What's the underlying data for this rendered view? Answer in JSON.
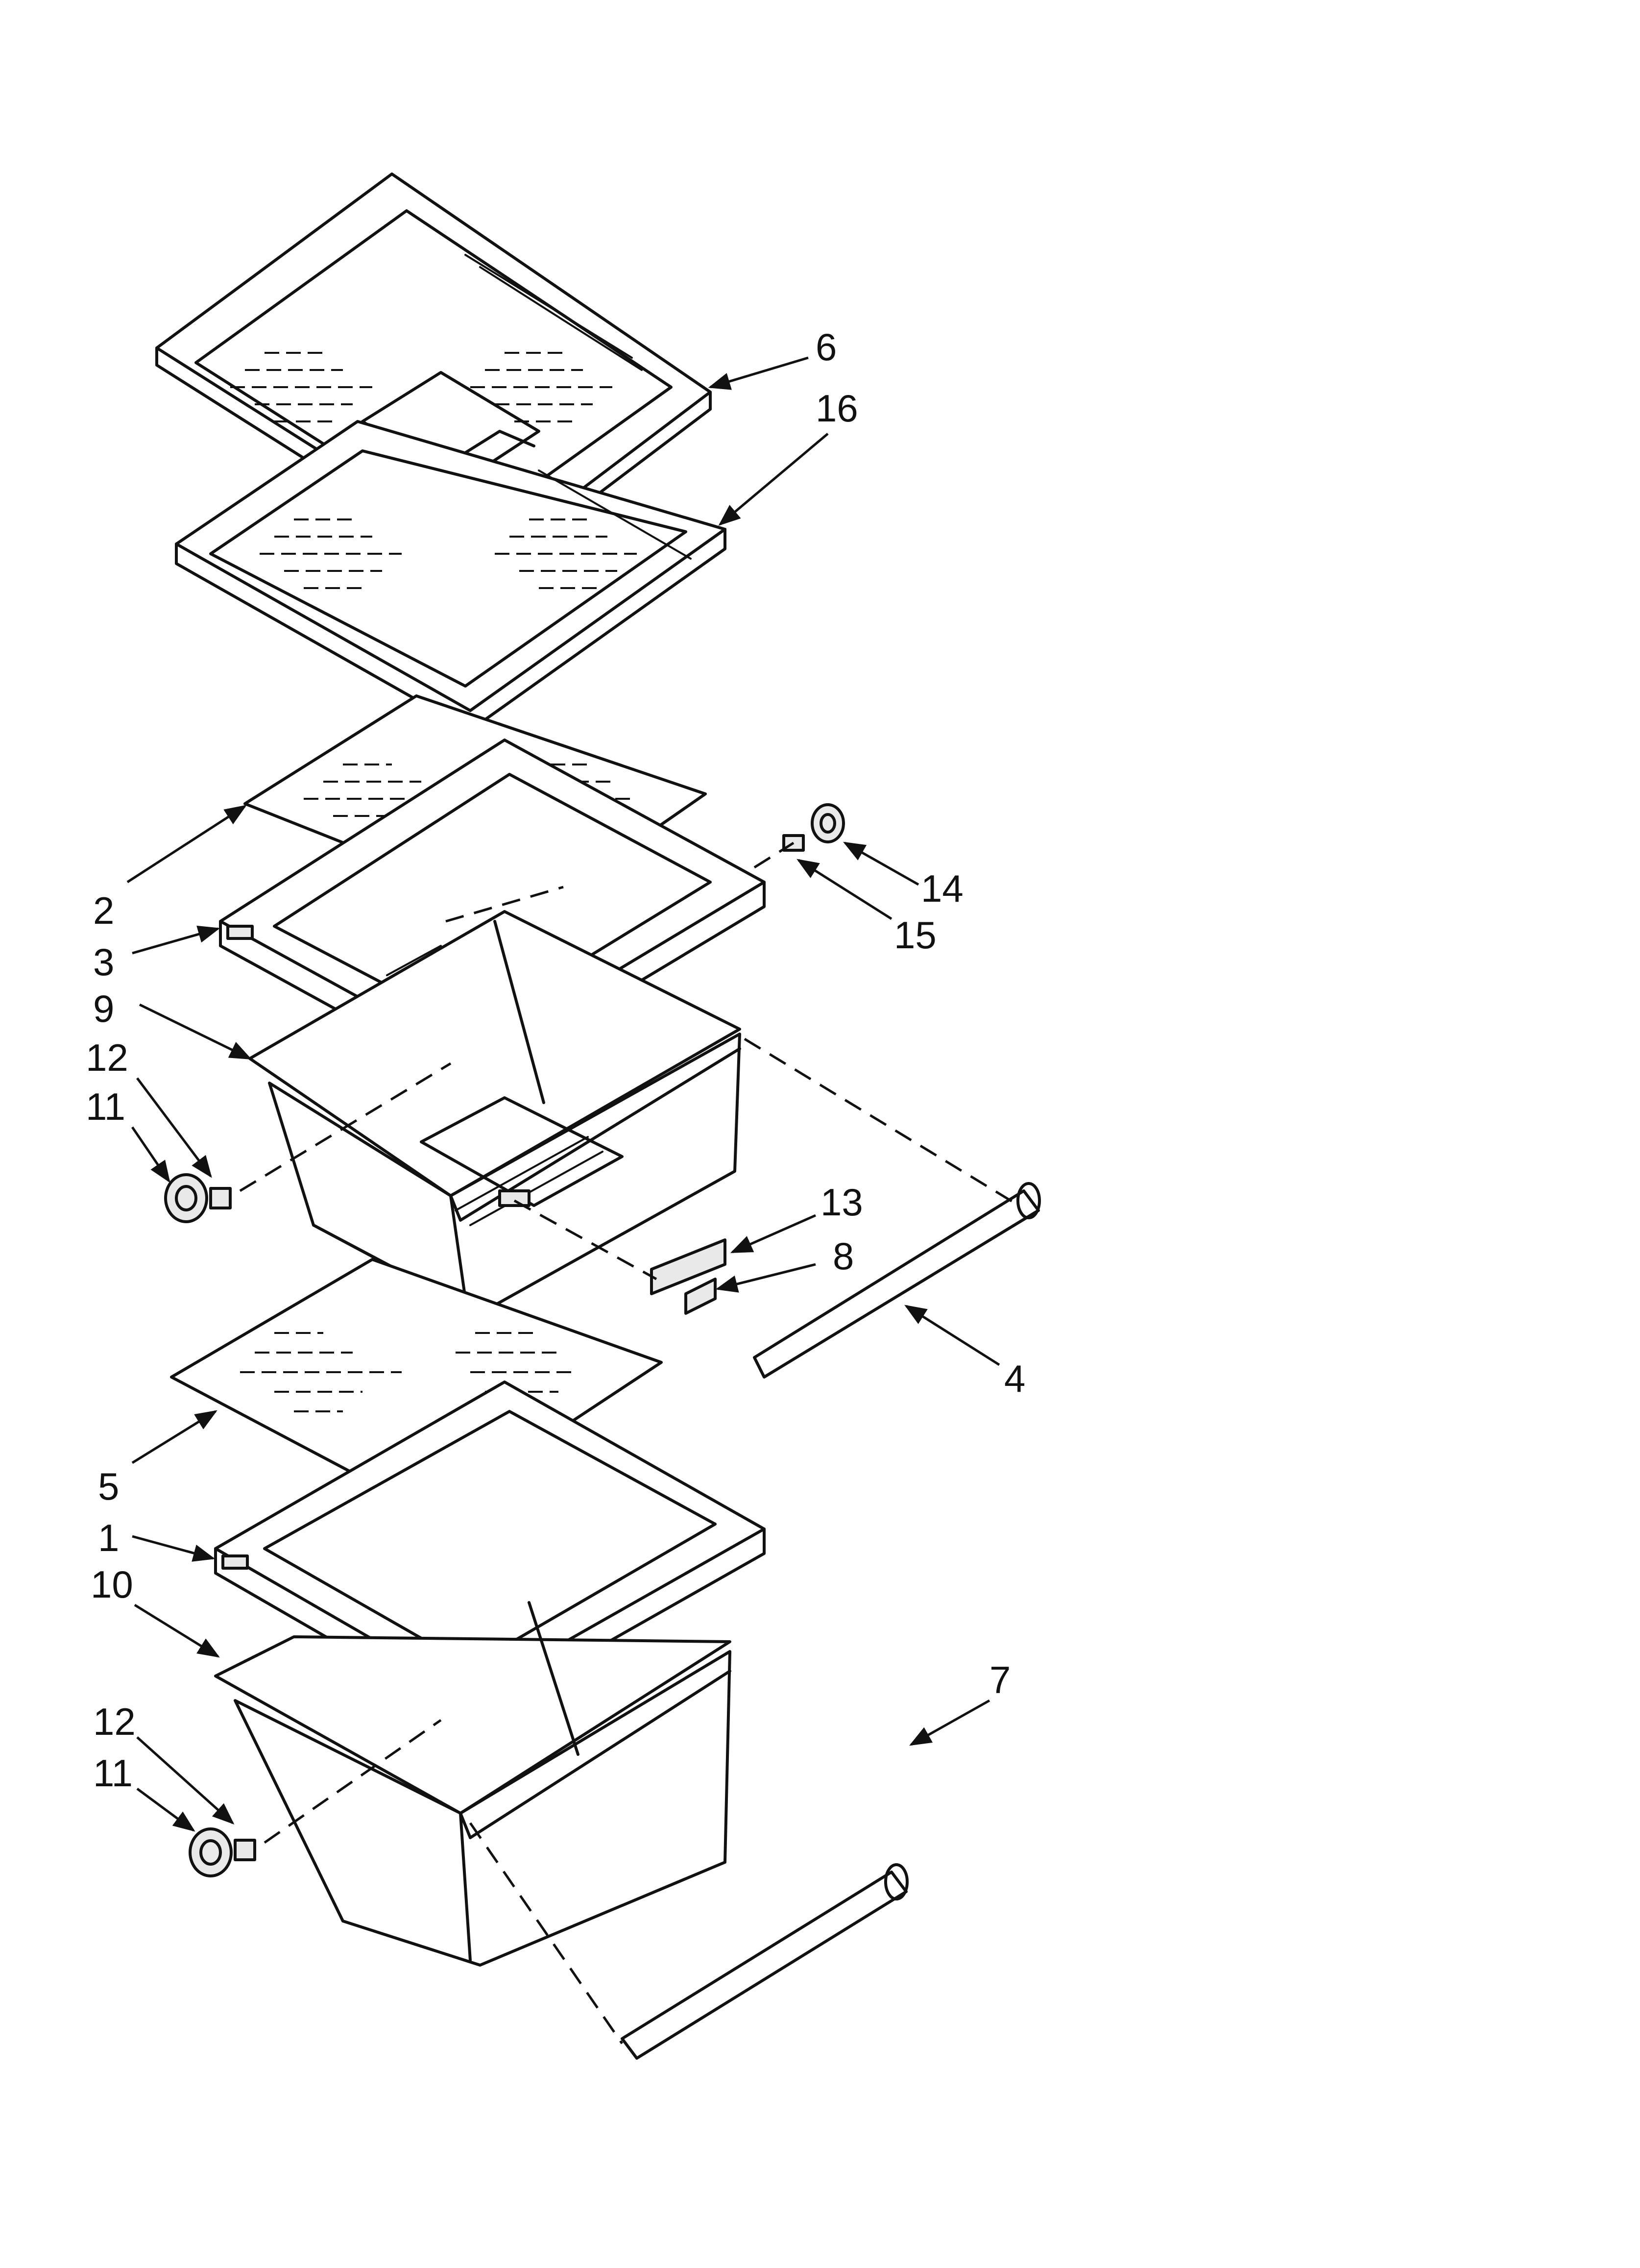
{
  "diagram": {
    "callouts": [
      {
        "id": "c6",
        "label": "6"
      },
      {
        "id": "c16",
        "label": "16"
      },
      {
        "id": "c2",
        "label": "2"
      },
      {
        "id": "c3",
        "label": "3"
      },
      {
        "id": "c9",
        "label": "9"
      },
      {
        "id": "c12a",
        "label": "12"
      },
      {
        "id": "c11a",
        "label": "11"
      },
      {
        "id": "c14",
        "label": "14"
      },
      {
        "id": "c15",
        "label": "15"
      },
      {
        "id": "c13",
        "label": "13"
      },
      {
        "id": "c8",
        "label": "8"
      },
      {
        "id": "c4",
        "label": "4"
      },
      {
        "id": "c5",
        "label": "5"
      },
      {
        "id": "c1",
        "label": "1"
      },
      {
        "id": "c10",
        "label": "10"
      },
      {
        "id": "c7",
        "label": "7"
      },
      {
        "id": "c12b",
        "label": "12"
      },
      {
        "id": "c11b",
        "label": "11"
      }
    ]
  }
}
